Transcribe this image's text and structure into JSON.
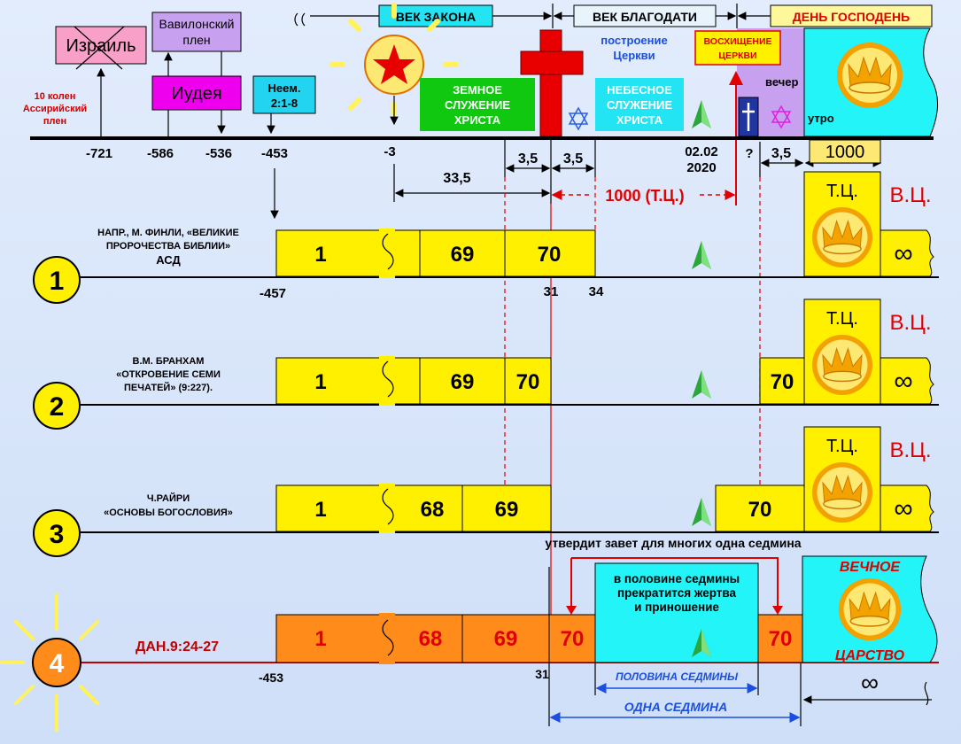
{
  "header": {
    "age_law": "ВЕК ЗАКОНА",
    "age_grace": "ВЕК БЛАГОДАТИ",
    "day_of_lord": "ДЕНЬ ГОСПОДЕНЬ"
  },
  "top": {
    "israel": "Израиль",
    "babylon_l1": "Вавилонский",
    "babylon_l2": "плен",
    "judea": "Иудея",
    "tribes_l1": "10 колен",
    "tribes_l2": "Ассирийский",
    "tribes_l3": "плен",
    "nehemiah_l1": "Неем.",
    "nehemiah_l2": "2:1-8",
    "earthly_l1": "ЗЕМНОЕ",
    "earthly_l2": "СЛУЖЕНИЕ",
    "earthly_l3": "ХРИСТА",
    "heavenly_l1": "НЕБЕСНОЕ",
    "heavenly_l2": "СЛУЖЕНИЕ",
    "heavenly_l3": "ХРИСТА",
    "church_l1": "построение",
    "church_l2": "Церкви",
    "rapture_l1": "ВОСХИЩЕНИЕ",
    "rapture_l2": "ЦЕРКВИ",
    "evening": "вечер",
    "morning": "утро"
  },
  "timeline": {
    "y721": "-721",
    "y586": "-586",
    "y536": "-536",
    "y453": "-453",
    "y3": "-3",
    "date_l1": "02.02",
    "date_l2": "2020",
    "question": "?",
    "half_a": "3,5",
    "half_b": "3,5",
    "half_c": "3,5",
    "span_335": "33,5",
    "thousand": "1000",
    "thousand_tc": "1000 (Т.Ц.)"
  },
  "rows": {
    "tc": "Т.Ц.",
    "vc": "В.Ц.",
    "infinity": "∞",
    "r1_num": "1",
    "r1_l1": "НАПР., М. ФИНЛИ, «ВЕЛИКИЕ",
    "r1_l2": "ПРОРОЧЕСТВА БИБЛИИ»",
    "r1_l3": "АСД",
    "r1_s1": "1",
    "r1_s2": "69",
    "r1_s3": "70",
    "r1_y457": "-457",
    "r1_y31": "31",
    "r1_y34": "34",
    "r2_num": "2",
    "r2_l1": "В.М. БРАНХАМ",
    "r2_l2": "«ОТКРОВЕНИЕ СЕМИ",
    "r2_l3": "ПЕЧАТЕЙ» (9:227).",
    "r2_s1": "1",
    "r2_s2": "69",
    "r2_s3": "70",
    "r2_s4": "70",
    "r3_num": "3",
    "r3_l1": "Ч.РАЙРИ",
    "r3_l2": "«ОСНОВЫ БОГОСЛОВИЯ»",
    "r3_s1": "1",
    "r3_s2": "68",
    "r3_s3": "69",
    "r3_s4": "70",
    "r4_num": "4",
    "r4_label": "ДАН.9:24-27",
    "r4_s1": "1",
    "r4_s2": "68",
    "r4_s3": "69",
    "r4_s4": "70",
    "r4_s5": "70",
    "r4_y453": "-453",
    "r4_y31": "31",
    "covenant": "утвердит завет для многих одна седмина",
    "half_week_l1": "в половине седмины",
    "half_week_l2": "прекратится жертва",
    "half_week_l3": "и приношение",
    "eternal_l1": "ВЕЧНОЕ",
    "eternal_l2": "ЦАРСТВО",
    "half_week_span": "ПОЛОВИНА СЕДМИНЫ",
    "one_week_span": "ОДНА СЕДМИНА"
  }
}
